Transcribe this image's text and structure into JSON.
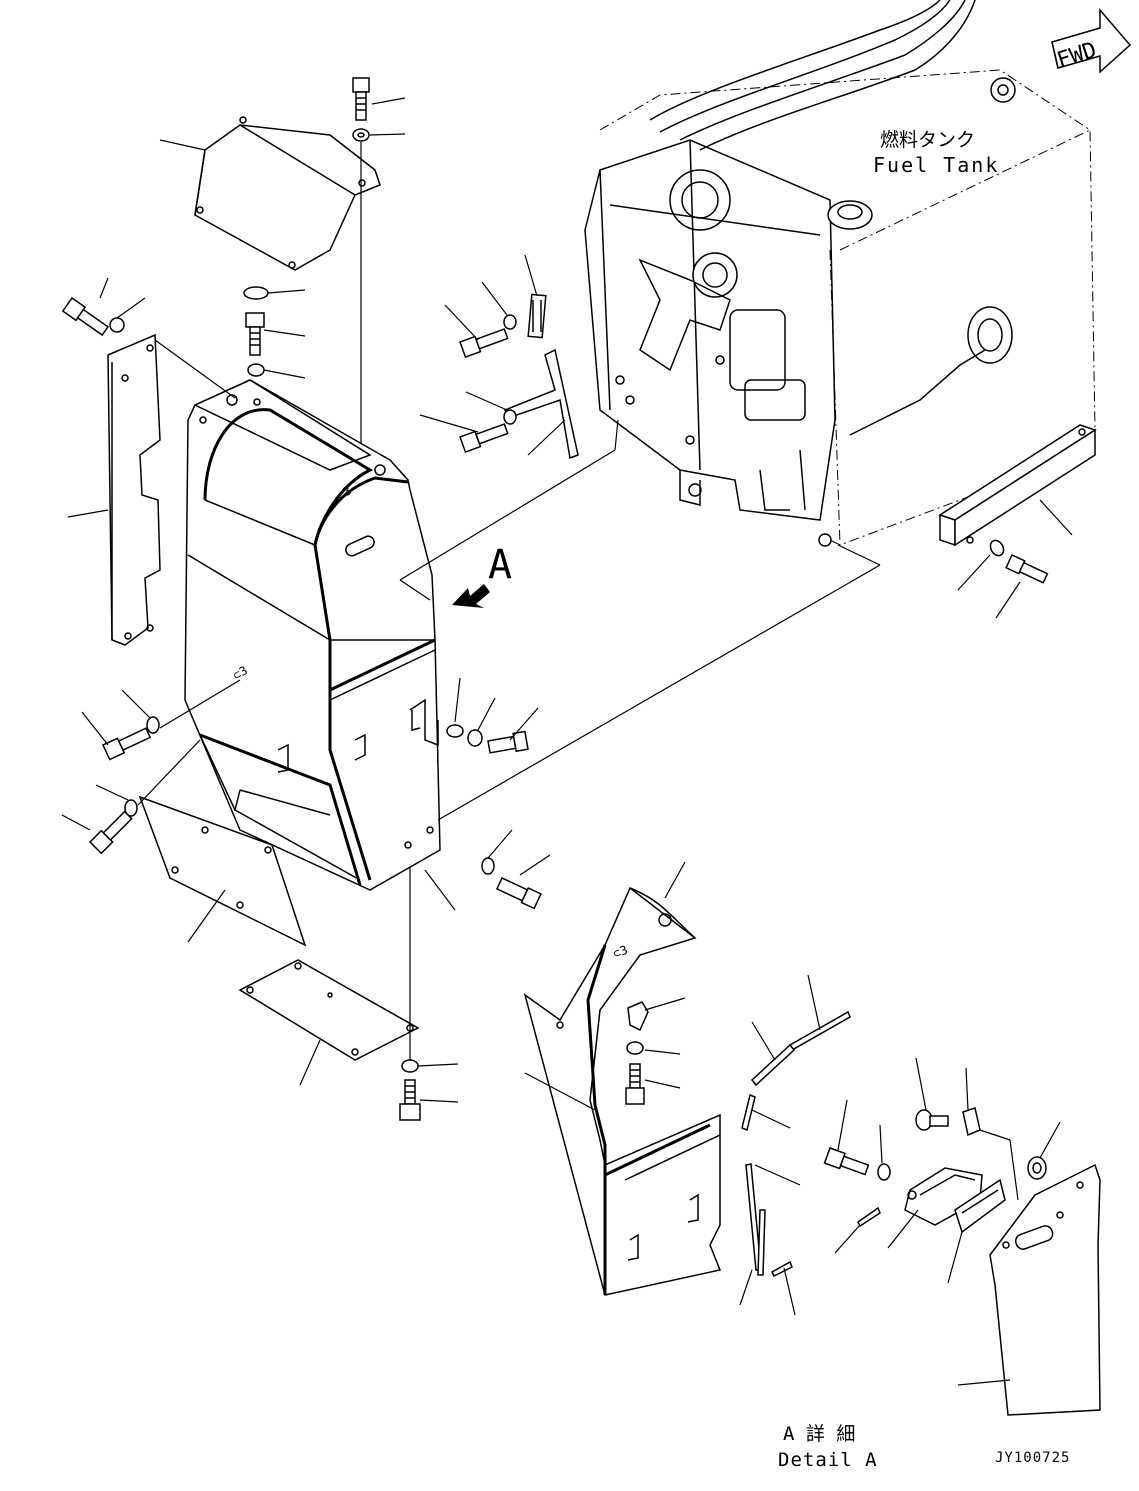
{
  "fuel_tank_label_jp": "燃料タンク",
  "fuel_tank_label_en": "Fuel Tank",
  "fwd_label": "FWD",
  "view_marker": "A",
  "detail_label_jp": "A 詳 細",
  "detail_label_en": "Detail A",
  "drawing_number": "JY100725"
}
